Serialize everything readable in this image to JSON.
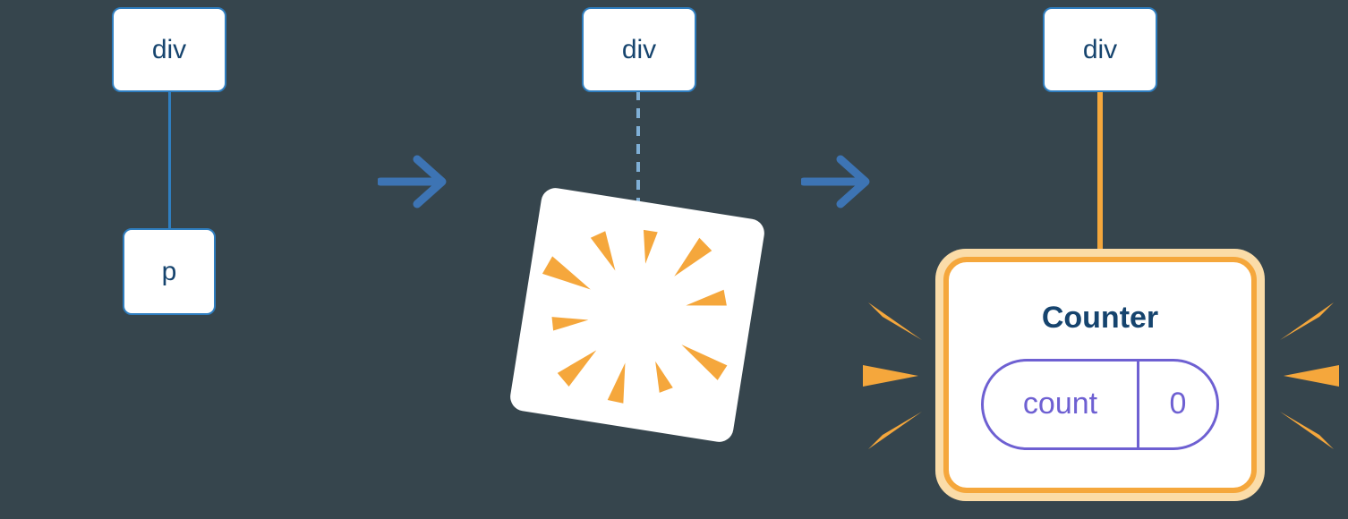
{
  "colors": {
    "background": "#36454D",
    "node_border": "#2F7EC0",
    "node_fill": "#FFFFFF",
    "node_text": "#16446E",
    "edge_dashed": "#7FAFD6",
    "arrow": "#3D74B4",
    "orange": "#F5A73C",
    "halo": "#FBDCA8",
    "purple": "#6E60D2"
  },
  "stage_before": {
    "root_label": "div",
    "child_label": "p"
  },
  "stage_removal": {
    "root_label": "div"
  },
  "stage_after": {
    "root_label": "div",
    "component": {
      "title": "Counter",
      "state_key": "count",
      "state_value": "0"
    }
  },
  "icons": {
    "arrow": "arrow-right-icon",
    "poof": "poof-burst-icon",
    "sparkle": "sparkle-burst-icon"
  }
}
